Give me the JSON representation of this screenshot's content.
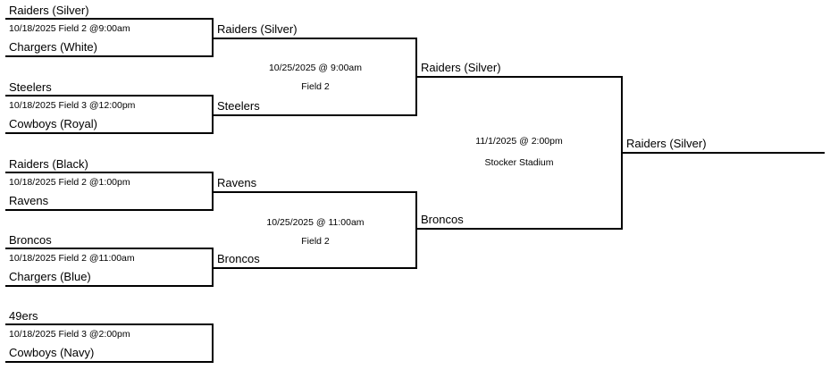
{
  "colors": {
    "line": "#000000",
    "text": "#000000",
    "background": "#ffffff"
  },
  "bracket": {
    "round1": [
      {
        "team_top": "Raiders (Silver)",
        "schedule": "10/18/2025 Field 2 @9:00am",
        "team_bottom": "Chargers (White)"
      },
      {
        "team_top": "Steelers",
        "schedule": "10/18/2025 Field 3 @12:00pm",
        "team_bottom": "Cowboys (Royal)"
      },
      {
        "team_top": "Raiders (Black)",
        "schedule": "10/18/2025 Field 2 @1:00pm",
        "team_bottom": "Ravens"
      },
      {
        "team_top": "Broncos",
        "schedule": "10/18/2025 Field 2 @11:00am",
        "team_bottom": "Chargers (Blue)"
      },
      {
        "team_top": "49ers",
        "schedule": "10/18/2025 Field 3 @2:00pm",
        "team_bottom": "Cowboys (Navy)"
      }
    ],
    "semifinals": [
      {
        "team_top": "Raiders (Silver)",
        "team_bottom": "Steelers",
        "datetime": "10/25/2025 @ 9:00am",
        "venue": "Field 2"
      },
      {
        "team_top": "Ravens",
        "team_bottom": "Broncos",
        "datetime": "10/25/2025 @ 11:00am",
        "venue": "Field 2"
      }
    ],
    "final": {
      "team_top": "Raiders (Silver)",
      "team_bottom": "Broncos",
      "datetime": "11/1/2025 @ 2:00pm",
      "venue": "Stocker Stadium"
    },
    "champion": "Raiders (Silver)"
  }
}
